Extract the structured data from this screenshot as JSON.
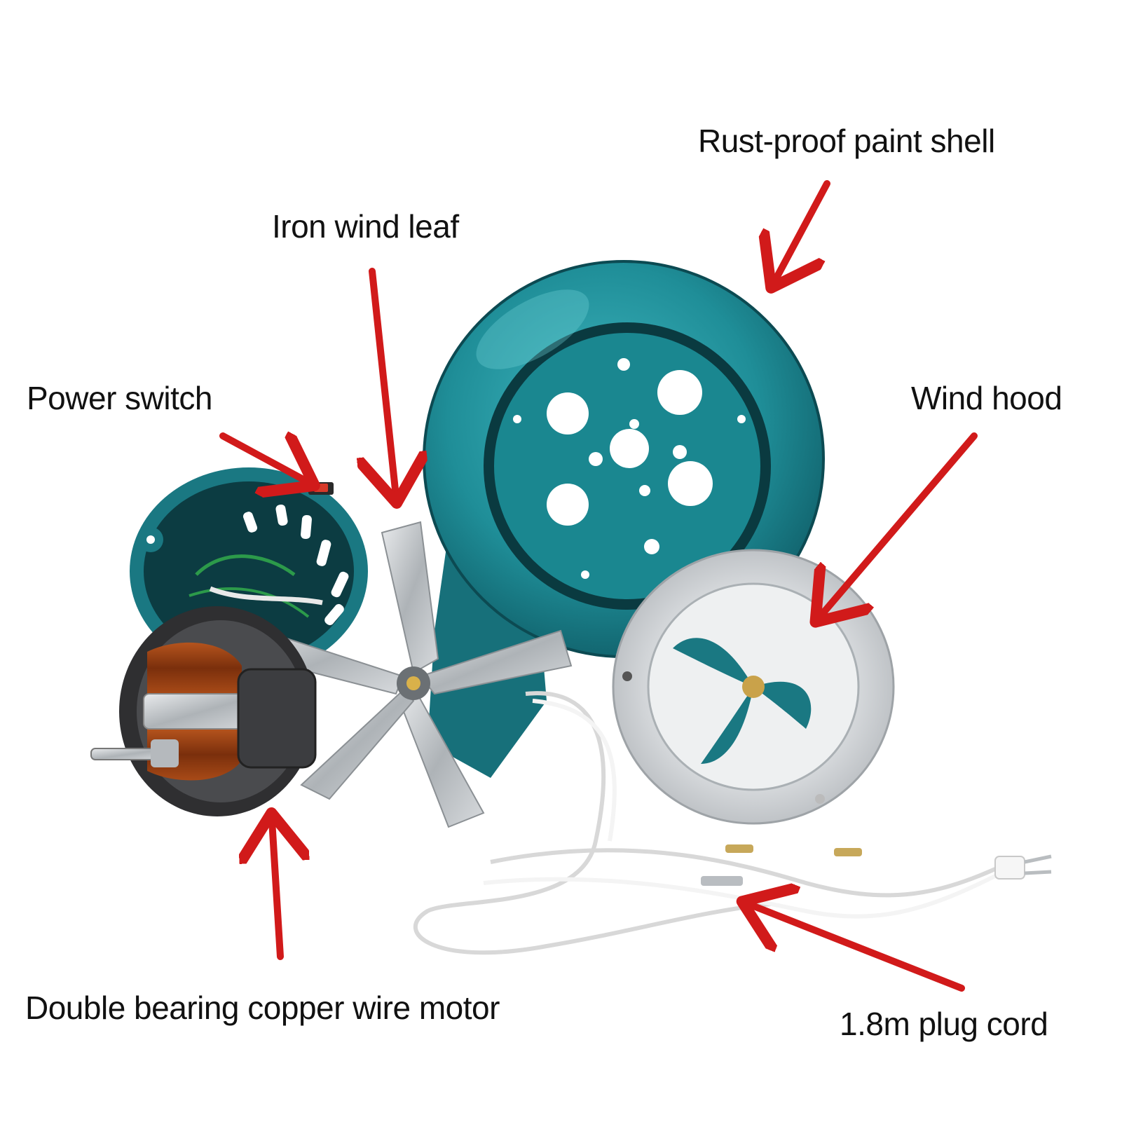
{
  "labels": {
    "shell": "Rust-proof paint shell",
    "leaf": "Iron wind leaf",
    "switch": "Power switch",
    "hood": "Wind hood",
    "motor": "Double bearing copper wire motor",
    "cord": "1.8m plug cord"
  },
  "colors": {
    "background": "#ffffff",
    "shell": "#1f8e98",
    "shell_dark": "#0f5c66",
    "arrow": "#d11a1a",
    "metal": "#c9cdd1",
    "copper": "#8a3b12",
    "cord": "#f4f4f4"
  }
}
